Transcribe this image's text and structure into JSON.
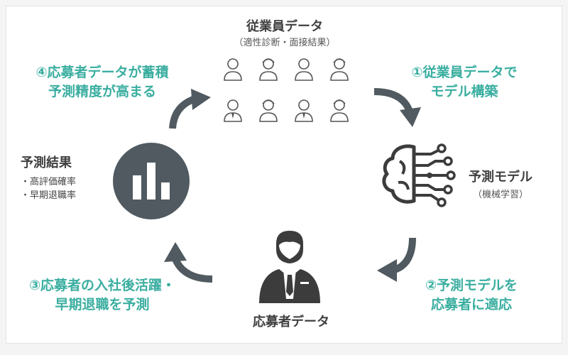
{
  "colors": {
    "teal": "#3aaea0",
    "dark": "#505a60",
    "icon": "#3c3c3c"
  },
  "employee": {
    "title": "従業員データ",
    "subtitle": "（適性診断・面接結果）"
  },
  "model": {
    "title": "予測モデル",
    "subtitle": "（機械学習）"
  },
  "applicant": {
    "title": "応募者データ"
  },
  "result": {
    "title": "予測結果",
    "items": [
      "・高評価確率",
      "・早期退職率"
    ]
  },
  "steps": {
    "s1": {
      "line1": "①従業員データで",
      "line2": "モデル構築"
    },
    "s2": {
      "line1": "②予測モデルを",
      "line2": "応募者に適応"
    },
    "s3": {
      "line1": "③応募者の入社後活躍・",
      "line2": "早期退職を予測"
    },
    "s4": {
      "line1": "④応募者データが蓄積",
      "line2": "予測精度が高まる"
    }
  },
  "icons": [
    "person-icon",
    "brain-network-icon",
    "businessman-icon",
    "bar-chart-icon",
    "curved-arrow-icon"
  ]
}
